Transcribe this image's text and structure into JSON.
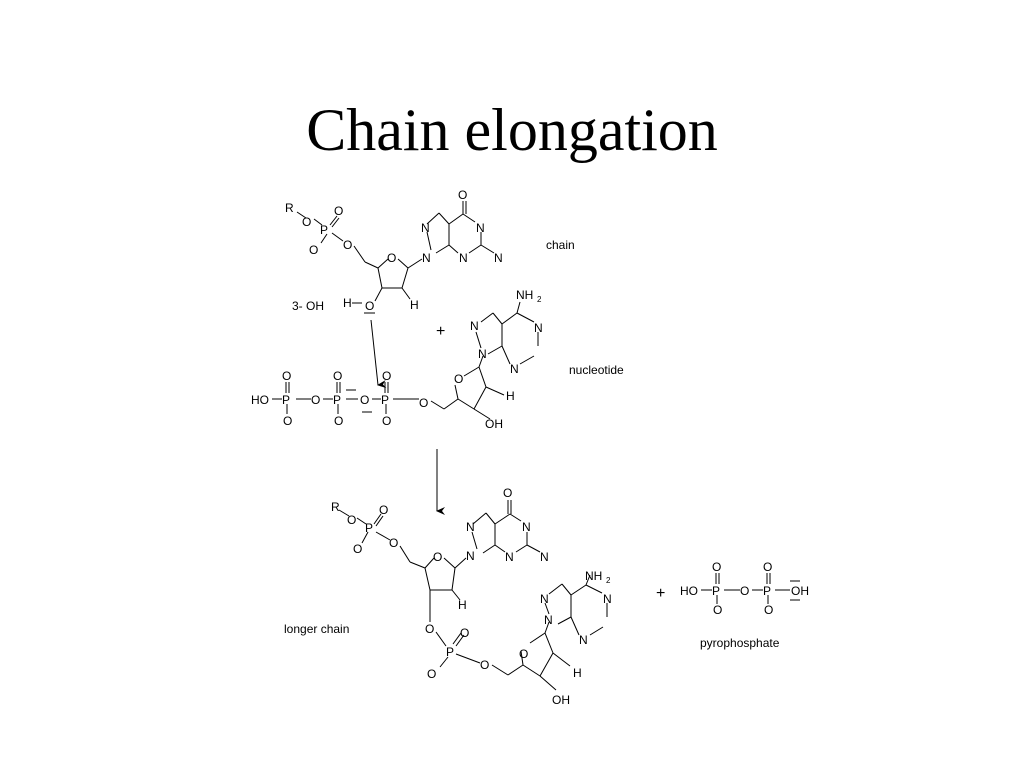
{
  "slide": {
    "title": "Chain elongation",
    "labels": {
      "chain": "chain",
      "three_oh": "3- OH",
      "nucleotide": "nucleotide",
      "longer_chain": "longer chain",
      "pyrophosphate": "pyrophosphate"
    },
    "plus": "+",
    "atoms": {
      "R": "R",
      "O": "O",
      "P": "P",
      "N": "N",
      "H": "H",
      "OH": "OH",
      "HO": "HO",
      "NH": "NH",
      "two": "2",
      "minus": "−"
    }
  }
}
